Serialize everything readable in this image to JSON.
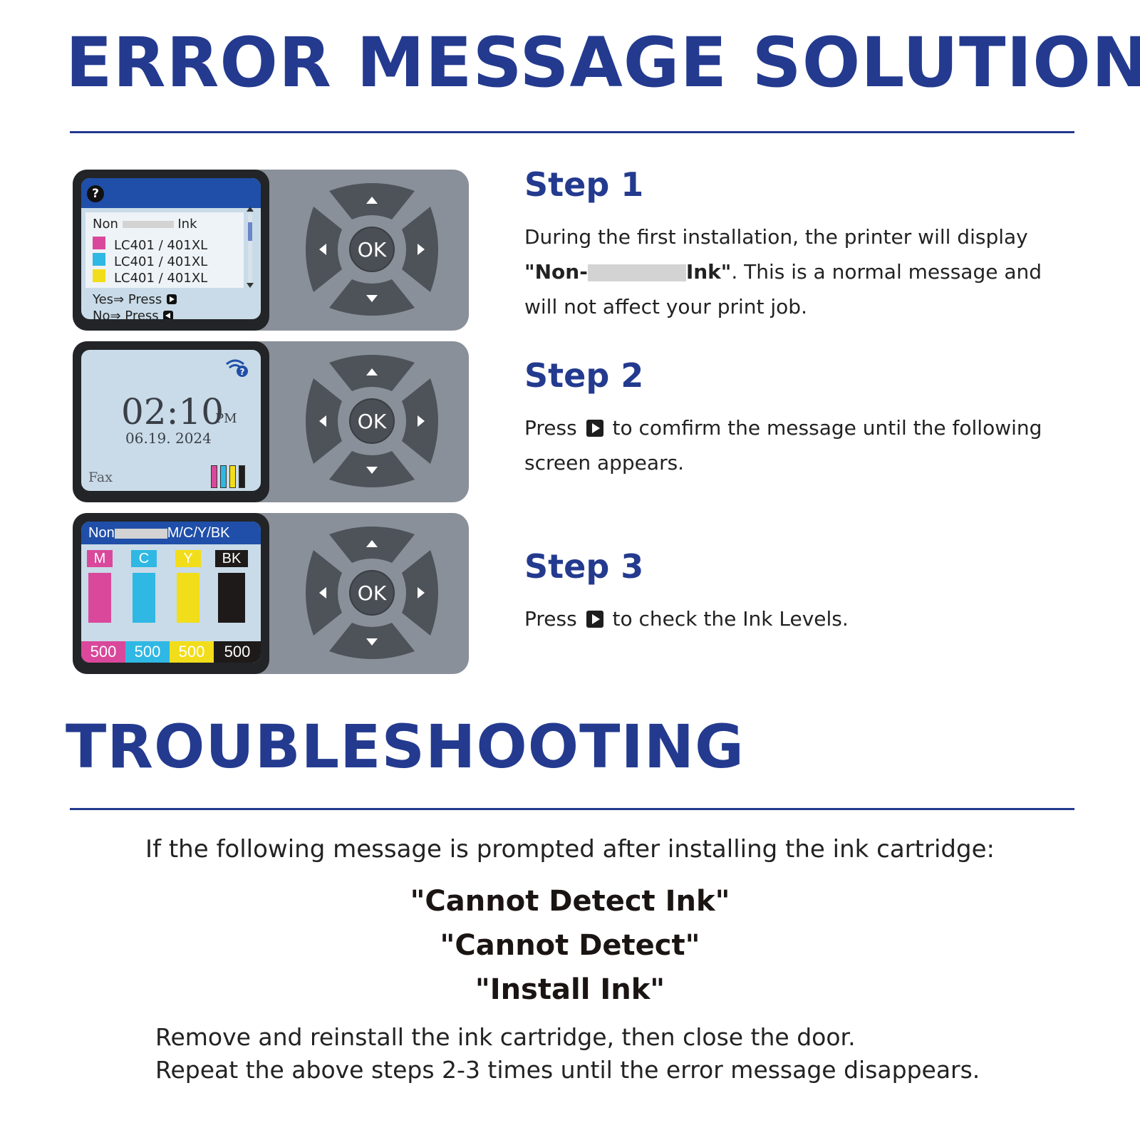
{
  "title": "ERROR MESSAGE SOLUTION",
  "screens": {
    "screen1": {
      "header_icon": "question-icon",
      "title_left": "Non",
      "title_right": "Ink",
      "items": [
        {
          "color": "#d9489b",
          "label": "LC401 / 401XL"
        },
        {
          "color": "#2fb8e3",
          "label": "LC401 / 401XL"
        },
        {
          "color": "#f2dd1a",
          "label": "LC401 / 401XL"
        }
      ],
      "yes_line": "Yes⇒ Press",
      "no_line": "No⇒ Press"
    },
    "screen2": {
      "time": "02:10",
      "ampm": "PM",
      "date": "06.19. 2024",
      "mode": "Fax",
      "wifi_icon": "wifi-help-icon",
      "ink_colors": [
        "#d9489b",
        "#2fb8e3",
        "#f2dd1a",
        "#1e1e1e"
      ]
    },
    "screen3": {
      "header_left": "Non",
      "header_right": "M/C/Y/BK",
      "inks": [
        {
          "tag": "M",
          "color": "#d9489b",
          "level": "500"
        },
        {
          "tag": "C",
          "color": "#2fb8e3",
          "level": "500"
        },
        {
          "tag": "Y",
          "color": "#f2dd1a",
          "level": "500"
        },
        {
          "tag": "BK",
          "color": "#1e1a1a",
          "level": "500"
        }
      ]
    },
    "ok_label": "OK"
  },
  "steps": [
    {
      "title": "Step 1",
      "text_a": "During the first installation, the printer will display",
      "bold_left": "\"Non-",
      "bold_right": "Ink\"",
      "text_b": ". This is a normal message and will not affect your print job."
    },
    {
      "title": "Step 2",
      "text_a": "Press",
      "text_b": "to comfirm the message until the following screen appears."
    },
    {
      "title": "Step 3",
      "text_a": "Press",
      "text_b": "to check the Ink Levels."
    }
  ],
  "troubleshooting": {
    "title": "TROUBLESHOOTING",
    "intro": "If the following message is prompted after installing the ink cartridge:",
    "messages": [
      "\"Cannot Detect Ink\"",
      "\"Cannot Detect\"",
      "\"Install Ink\""
    ],
    "line1": "Remove and reinstall the ink cartridge, then close the door.",
    "line2": "Repeat the above steps 2-3 times until the error message disappears."
  },
  "colors": {
    "accent": "#233a8f",
    "lcd_blue": "#1f4fa8",
    "panel_gray": "#8a9099"
  }
}
